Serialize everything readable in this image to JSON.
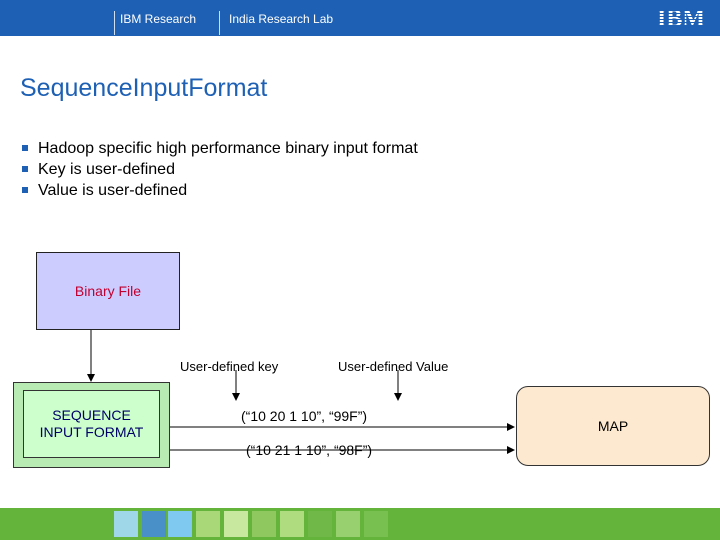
{
  "header": {
    "org": "IBM Research",
    "lab": "India Research Lab",
    "logo_text": "IBM"
  },
  "slide": {
    "title": "SequenceInputFormat",
    "bullets": [
      "Hadoop specific high performance binary input format",
      "Key is user-defined",
      "Value is user-defined"
    ]
  },
  "diagram": {
    "binary_file": "Binary File",
    "sequence_input_format": "SEQUENCE\nINPUT FORMAT",
    "key_label": "User-defined key",
    "value_label": "User-defined Value",
    "record1": "(“10 20 1 10”, “99F”)",
    "record2": "(“10 21 1 10”, “98F”)",
    "map": "MAP"
  },
  "colors": {
    "header_blue": "#1e60b4",
    "binary_file_fill": "#ccccff",
    "binary_file_text": "#c0002f",
    "sequence_fill": "#ccffcc",
    "sequence_text": "#000066",
    "map_fill": "#fde9cf",
    "footer_green": "#64b43c"
  }
}
